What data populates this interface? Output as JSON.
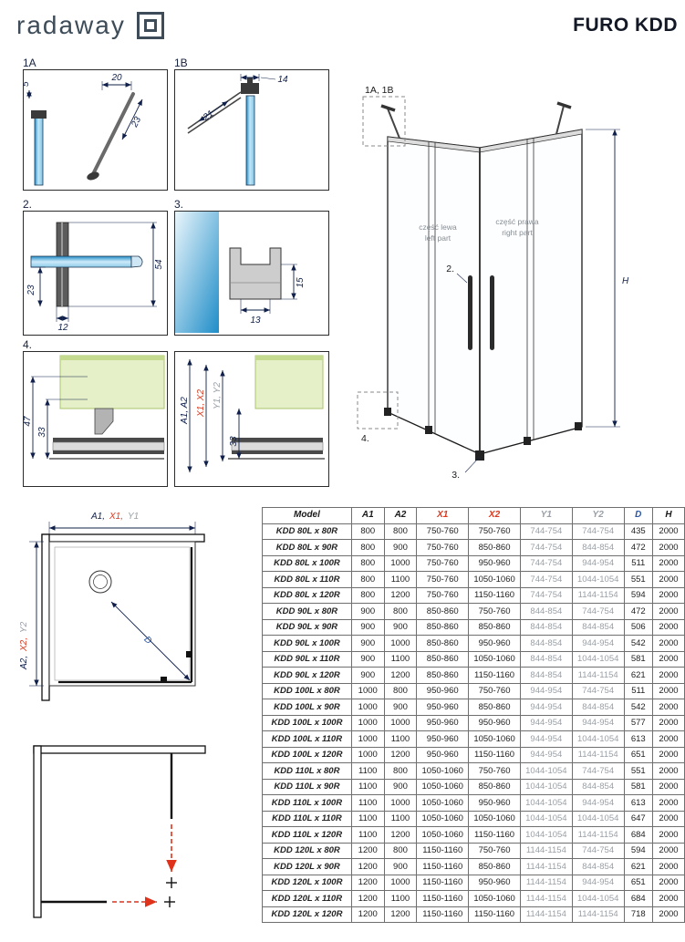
{
  "header": {
    "logo": "radaway",
    "title": "FURO KDD"
  },
  "colors": {
    "accent_red": "#d93a20",
    "label_gray": "#9aa0a6",
    "dim_blue": "#2b56a5",
    "glass_blue": "#1f8dc8",
    "seal_green": "#e5f0c8"
  },
  "panels": {
    "p1a": {
      "label": "1A",
      "dim_top": "20",
      "dim_arm": "23",
      "dim_side": "5"
    },
    "p1b": {
      "label": "1B",
      "dim_top": "14",
      "dim_diag": "21"
    },
    "p2": {
      "label": "2.",
      "dim_right": "54",
      "dim_left": "23",
      "dim_bottom": "12"
    },
    "p3": {
      "label": "3.",
      "dim_bottom": "13",
      "dim_right": "15"
    },
    "p4": {
      "label": "4.",
      "dim_outer": "47",
      "dim_inner": "33",
      "axis_a": "A1, A2",
      "axis_x": "X1, X2",
      "axis_y": "Y1, Y2",
      "dim_right": "33"
    }
  },
  "main_drawing": {
    "ref_top": "1A, 1B",
    "left_part_pl": "część lewa",
    "left_part_en": "left part",
    "right_part_pl": "część prawa",
    "right_part_en": "right part",
    "ref_handle": "2.",
    "dim_height": "H",
    "ref_seal": "4.",
    "ref_bottom": "3."
  },
  "plan": {
    "label_a1": "A1,",
    "label_x1": "X1,",
    "label_y1": "Y1",
    "label_a2": "A2,",
    "label_x2": "X2,",
    "label_y2": "Y2",
    "label_d": "D"
  },
  "table": {
    "headers": [
      "Model",
      "A1",
      "A2",
      "X1",
      "X2",
      "Y1",
      "Y2",
      "D",
      "H"
    ],
    "rows": [
      [
        "KDD 80L x 80R",
        "800",
        "800",
        "750-760",
        "750-760",
        "744-754",
        "744-754",
        "435",
        "2000"
      ],
      [
        "KDD 80L x 90R",
        "800",
        "900",
        "750-760",
        "850-860",
        "744-754",
        "844-854",
        "472",
        "2000"
      ],
      [
        "KDD 80L x 100R",
        "800",
        "1000",
        "750-760",
        "950-960",
        "744-754",
        "944-954",
        "511",
        "2000"
      ],
      [
        "KDD 80L x 110R",
        "800",
        "1100",
        "750-760",
        "1050-1060",
        "744-754",
        "1044-1054",
        "551",
        "2000"
      ],
      [
        "KDD 80L x 120R",
        "800",
        "1200",
        "750-760",
        "1150-1160",
        "744-754",
        "1144-1154",
        "594",
        "2000"
      ],
      [
        "KDD 90L x 80R",
        "900",
        "800",
        "850-860",
        "750-760",
        "844-854",
        "744-754",
        "472",
        "2000"
      ],
      [
        "KDD 90L x 90R",
        "900",
        "900",
        "850-860",
        "850-860",
        "844-854",
        "844-854",
        "506",
        "2000"
      ],
      [
        "KDD 90L x 100R",
        "900",
        "1000",
        "850-860",
        "950-960",
        "844-854",
        "944-954",
        "542",
        "2000"
      ],
      [
        "KDD 90L x 110R",
        "900",
        "1100",
        "850-860",
        "1050-1060",
        "844-854",
        "1044-1054",
        "581",
        "2000"
      ],
      [
        "KDD 90L x 120R",
        "900",
        "1200",
        "850-860",
        "1150-1160",
        "844-854",
        "1144-1154",
        "621",
        "2000"
      ],
      [
        "KDD 100L x 80R",
        "1000",
        "800",
        "950-960",
        "750-760",
        "944-954",
        "744-754",
        "511",
        "2000"
      ],
      [
        "KDD 100L x 90R",
        "1000",
        "900",
        "950-960",
        "850-860",
        "944-954",
        "844-854",
        "542",
        "2000"
      ],
      [
        "KDD 100L x 100R",
        "1000",
        "1000",
        "950-960",
        "950-960",
        "944-954",
        "944-954",
        "577",
        "2000"
      ],
      [
        "KDD 100L x 110R",
        "1000",
        "1100",
        "950-960",
        "1050-1060",
        "944-954",
        "1044-1054",
        "613",
        "2000"
      ],
      [
        "KDD 100L x 120R",
        "1000",
        "1200",
        "950-960",
        "1150-1160",
        "944-954",
        "1144-1154",
        "651",
        "2000"
      ],
      [
        "KDD 110L x 80R",
        "1100",
        "800",
        "1050-1060",
        "750-760",
        "1044-1054",
        "744-754",
        "551",
        "2000"
      ],
      [
        "KDD 110L x 90R",
        "1100",
        "900",
        "1050-1060",
        "850-860",
        "1044-1054",
        "844-854",
        "581",
        "2000"
      ],
      [
        "KDD 110L x 100R",
        "1100",
        "1000",
        "1050-1060",
        "950-960",
        "1044-1054",
        "944-954",
        "613",
        "2000"
      ],
      [
        "KDD 110L x 110R",
        "1100",
        "1100",
        "1050-1060",
        "1050-1060",
        "1044-1054",
        "1044-1054",
        "647",
        "2000"
      ],
      [
        "KDD 110L x 120R",
        "1100",
        "1200",
        "1050-1060",
        "1150-1160",
        "1044-1054",
        "1144-1154",
        "684",
        "2000"
      ],
      [
        "KDD 120L x 80R",
        "1200",
        "800",
        "1150-1160",
        "750-760",
        "1144-1154",
        "744-754",
        "594",
        "2000"
      ],
      [
        "KDD 120L x 90R",
        "1200",
        "900",
        "1150-1160",
        "850-860",
        "1144-1154",
        "844-854",
        "621",
        "2000"
      ],
      [
        "KDD 120L x 100R",
        "1200",
        "1000",
        "1150-1160",
        "950-960",
        "1144-1154",
        "944-954",
        "651",
        "2000"
      ],
      [
        "KDD 120L x 110R",
        "1200",
        "1100",
        "1150-1160",
        "1050-1060",
        "1144-1154",
        "1044-1054",
        "684",
        "2000"
      ],
      [
        "KDD 120L x 120R",
        "1200",
        "1200",
        "1150-1160",
        "1150-1160",
        "1144-1154",
        "1144-1154",
        "718",
        "2000"
      ]
    ]
  }
}
